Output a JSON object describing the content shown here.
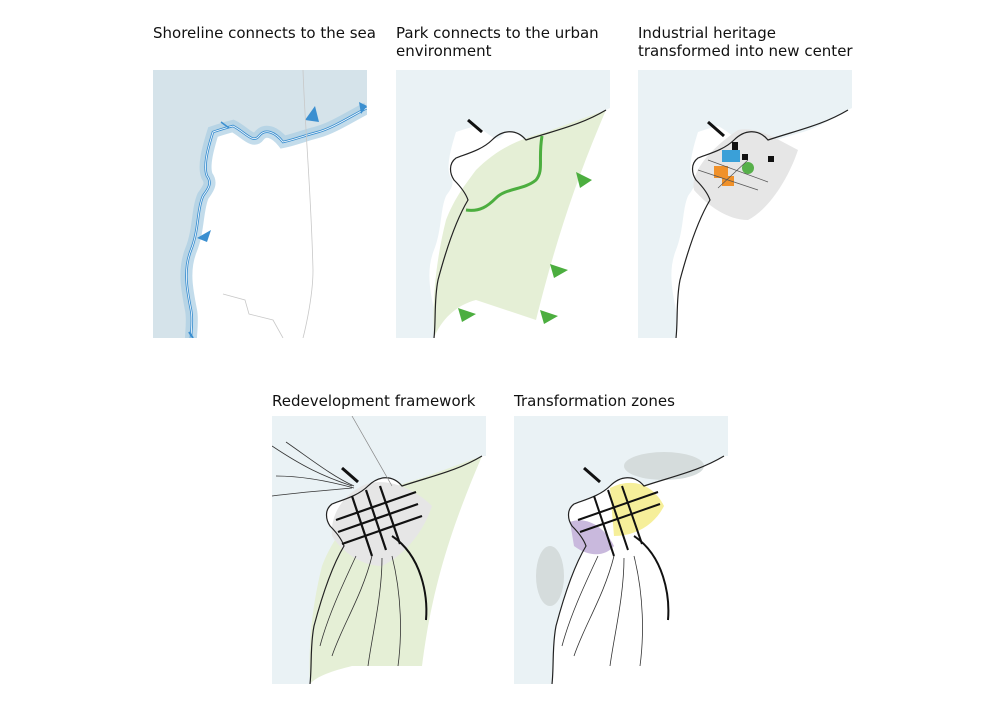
{
  "panels": [
    {
      "id": "shoreline",
      "title_lines": [
        "Shoreline connects to the sea"
      ]
    },
    {
      "id": "park",
      "title_lines": [
        "Park connects to the urban",
        "environment"
      ]
    },
    {
      "id": "industrial",
      "title_lines": [
        "Industrial heritage",
        "transformed into new center"
      ]
    },
    {
      "id": "framework",
      "title_lines": [
        "Redevelopment framework"
      ]
    },
    {
      "id": "zones",
      "title_lines": [
        "Transformation zones"
      ]
    }
  ],
  "colors": {
    "sea": "#e9f1f4",
    "sea_highlight": "#cfe1ea",
    "shore_blue": "#3b8fd0",
    "park_green": "#e5efd6",
    "arrow_green": "#4cae3f",
    "outline": "#222222",
    "grey_area": "#e6e6e6",
    "industrial_blue": "#3aa0d8",
    "industrial_orange": "#f0912a",
    "industrial_green": "#57b04a",
    "zone_yellow": "#f6ef9a",
    "zone_purple": "#c9b9dd"
  }
}
